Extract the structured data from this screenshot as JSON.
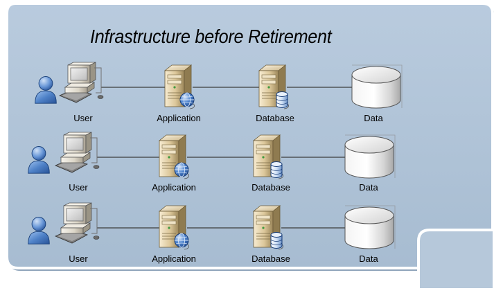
{
  "diagram": {
    "title": "Infrastructure before Retirement",
    "rows": [
      {
        "user": "User",
        "application": "Application",
        "database": "Database",
        "data": "Data"
      },
      {
        "user": "User",
        "application": "Application",
        "database": "Database",
        "data": "Data"
      },
      {
        "user": "User",
        "application": "Application",
        "database": "Database",
        "data": "Data"
      }
    ]
  },
  "icons": [
    "user-icon",
    "workstation-icon",
    "application-server-icon",
    "database-server-icon",
    "data-storage-icon"
  ],
  "colors": {
    "panel_fill": "#aec2d6",
    "panel_border": "#ffffff",
    "connector": "#3c3c3c",
    "user_blue": "#2f68b8",
    "server_tan": "#d8c59c"
  }
}
